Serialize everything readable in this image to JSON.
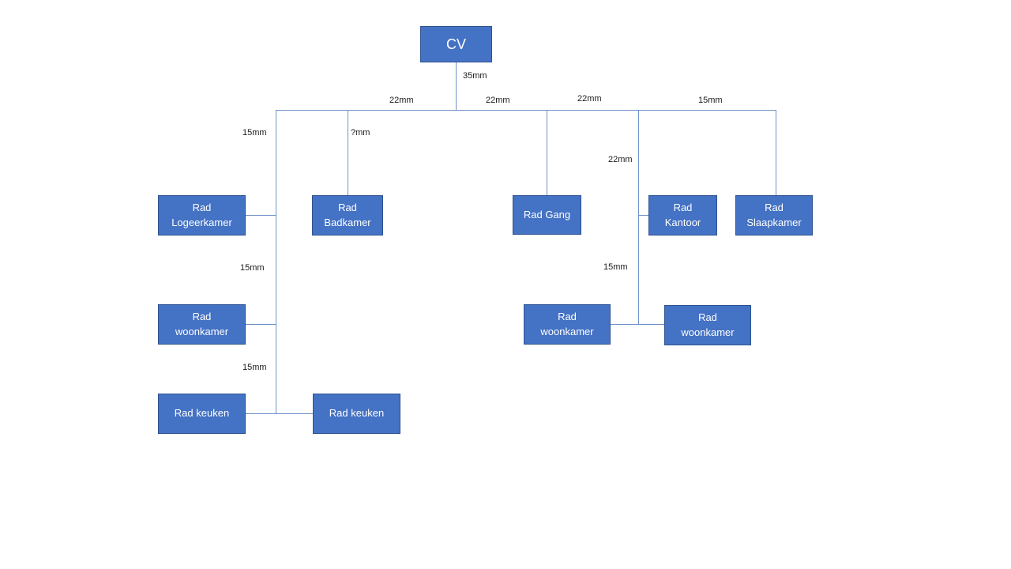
{
  "diagram": {
    "nodes": [
      {
        "id": "cv",
        "label": "CV"
      },
      {
        "id": "rad-logeerkamer",
        "label": "Rad\nLogeerkamer"
      },
      {
        "id": "rad-badkamer",
        "label": "Rad\nBadkamer"
      },
      {
        "id": "rad-gang",
        "label": "Rad Gang"
      },
      {
        "id": "rad-kantoor",
        "label": "Rad\nKantoor"
      },
      {
        "id": "rad-slaapkamer",
        "label": "Rad\nSlaapkamer"
      },
      {
        "id": "rad-woonkamer-left",
        "label": "Rad\nwoonkamer"
      },
      {
        "id": "rad-woonkamer-middle",
        "label": "Rad\nwoonkamer"
      },
      {
        "id": "rad-woonkamer-right",
        "label": "Rad\nwoonkamer"
      },
      {
        "id": "rad-keuken-left",
        "label": "Rad keuken"
      },
      {
        "id": "rad-keuken-right",
        "label": "Rad keuken"
      }
    ],
    "pipes": [
      {
        "id": "cv-drop",
        "text": "35mm"
      },
      {
        "id": "trunk-left",
        "text": "22mm"
      },
      {
        "id": "trunk-mid",
        "text": "22mm"
      },
      {
        "id": "trunk-right",
        "text": "22mm"
      },
      {
        "id": "trunk-far-right",
        "text": "15mm"
      },
      {
        "id": "left-branch-top",
        "text": "15mm"
      },
      {
        "id": "badkamer-drop",
        "text": "?mm"
      },
      {
        "id": "mid-branch-top",
        "text": "22mm"
      },
      {
        "id": "left-branch-mid",
        "text": "15mm"
      },
      {
        "id": "mid-branch-lower",
        "text": "15mm"
      },
      {
        "id": "left-branch-bottom",
        "text": "15mm"
      }
    ],
    "colors": {
      "node_fill": "#4472C4",
      "node_border": "#2F528F",
      "node_text": "#FFFFFF",
      "connector": "#6F92C7",
      "label_text": "#1A1A1A"
    }
  }
}
